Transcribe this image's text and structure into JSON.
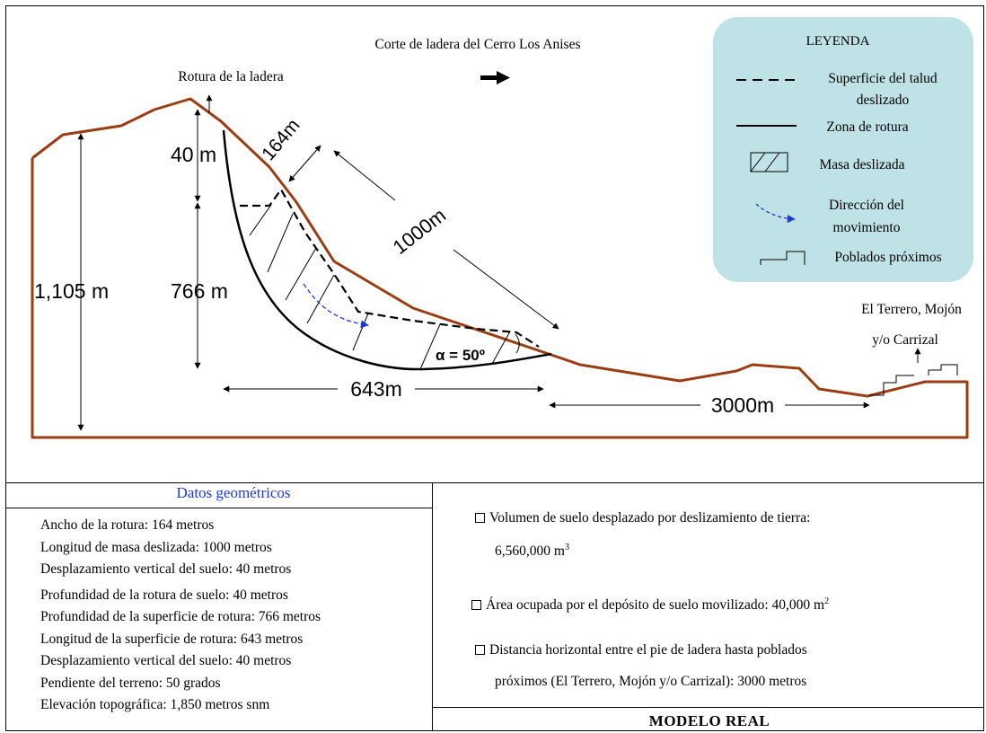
{
  "diagram": {
    "title": "Corte de ladera del Cerro Los Anises",
    "rotura_label": "Rotura  de la ladera",
    "poblados_label_line1": "El Terrero, Mojón",
    "poblados_label_line2": "y/o  Carrizal",
    "measurements": {
      "h_total": "1,105 m",
      "h_40": "40 m",
      "h_766": "766 m",
      "w_164": "164m",
      "l_1000": "1000m",
      "d_643": "643m",
      "d_3000": "3000m",
      "alpha": "α = 50º"
    },
    "colors": {
      "terrain": "#9a3d12",
      "legend_bg": "#bfe2e6",
      "flow_arrow": "#1f3bd6"
    }
  },
  "legend": {
    "title": "LEYENDA",
    "items": [
      {
        "icon": "dashed-line-icon",
        "line1": "Superficie del talud",
        "line2": "deslizado"
      },
      {
        "icon": "solid-line-icon",
        "line1": "Zona de rotura"
      },
      {
        "icon": "hatched-box-icon",
        "line1": "Masa deslizada"
      },
      {
        "icon": "blue-dashed-arrow-icon",
        "line1": "Dirección del",
        "line2": "movimiento"
      },
      {
        "icon": "step-outline-icon",
        "line1": "Poblados próximos"
      }
    ]
  },
  "geometric_data": {
    "title": "Datos geométricos",
    "items": [
      "Ancho de la rotura: 164 metros",
      "Longitud de masa deslizada: 1000 metros",
      "Desplazamiento vertical del suelo: 40 metros",
      "Profundidad de la rotura de suelo: 40 metros",
      "Profundidad de la superficie de rotura: 766 metros",
      "Longitud de la superficie de rotura: 643 metros",
      "Desplazamiento vertical del suelo: 40 metros",
      "Pendiente del terreno: 50 grados",
      "Elevación topográfica: 1,850 metros snm"
    ]
  },
  "info": {
    "volume_text": "Volumen de suelo desplazado por     deslizamiento de tierra:",
    "volume_value": "6,560,000 m",
    "volume_unit_sup": "3",
    "area_text": "Área ocupada por el depósito  de suelo movilizado: 40,000 m",
    "area_unit_sup": "2",
    "distance_line1": "Distancia horizontal entre el pie de ladera hasta poblados",
    "distance_line2": "próximos (El Terrero, Mojón y/o Carrizal): 3000 metros"
  },
  "model_title": "MODELO  REAL"
}
